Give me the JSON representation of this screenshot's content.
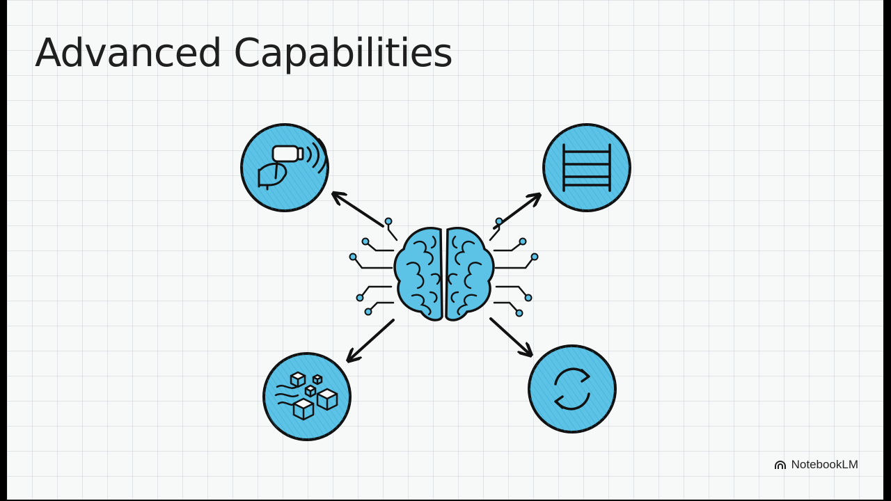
{
  "slide": {
    "title": "Advanced Capabilities"
  },
  "diagram": {
    "center_icon": "brain-circuit-icon",
    "nodes": [
      {
        "position": "top-left",
        "icon": "hand-scanner-icon"
      },
      {
        "position": "top-right",
        "icon": "shelving-rack-icon"
      },
      {
        "position": "bottom-left",
        "icon": "moving-boxes-icon"
      },
      {
        "position": "bottom-right",
        "icon": "sync-cycle-icon"
      }
    ],
    "colors": {
      "accent": "#5cc3e6",
      "stroke": "#111111",
      "background": "#f7f8f8"
    }
  },
  "branding": {
    "label": "NotebookLM",
    "icon": "notebooklm-logo-icon"
  }
}
